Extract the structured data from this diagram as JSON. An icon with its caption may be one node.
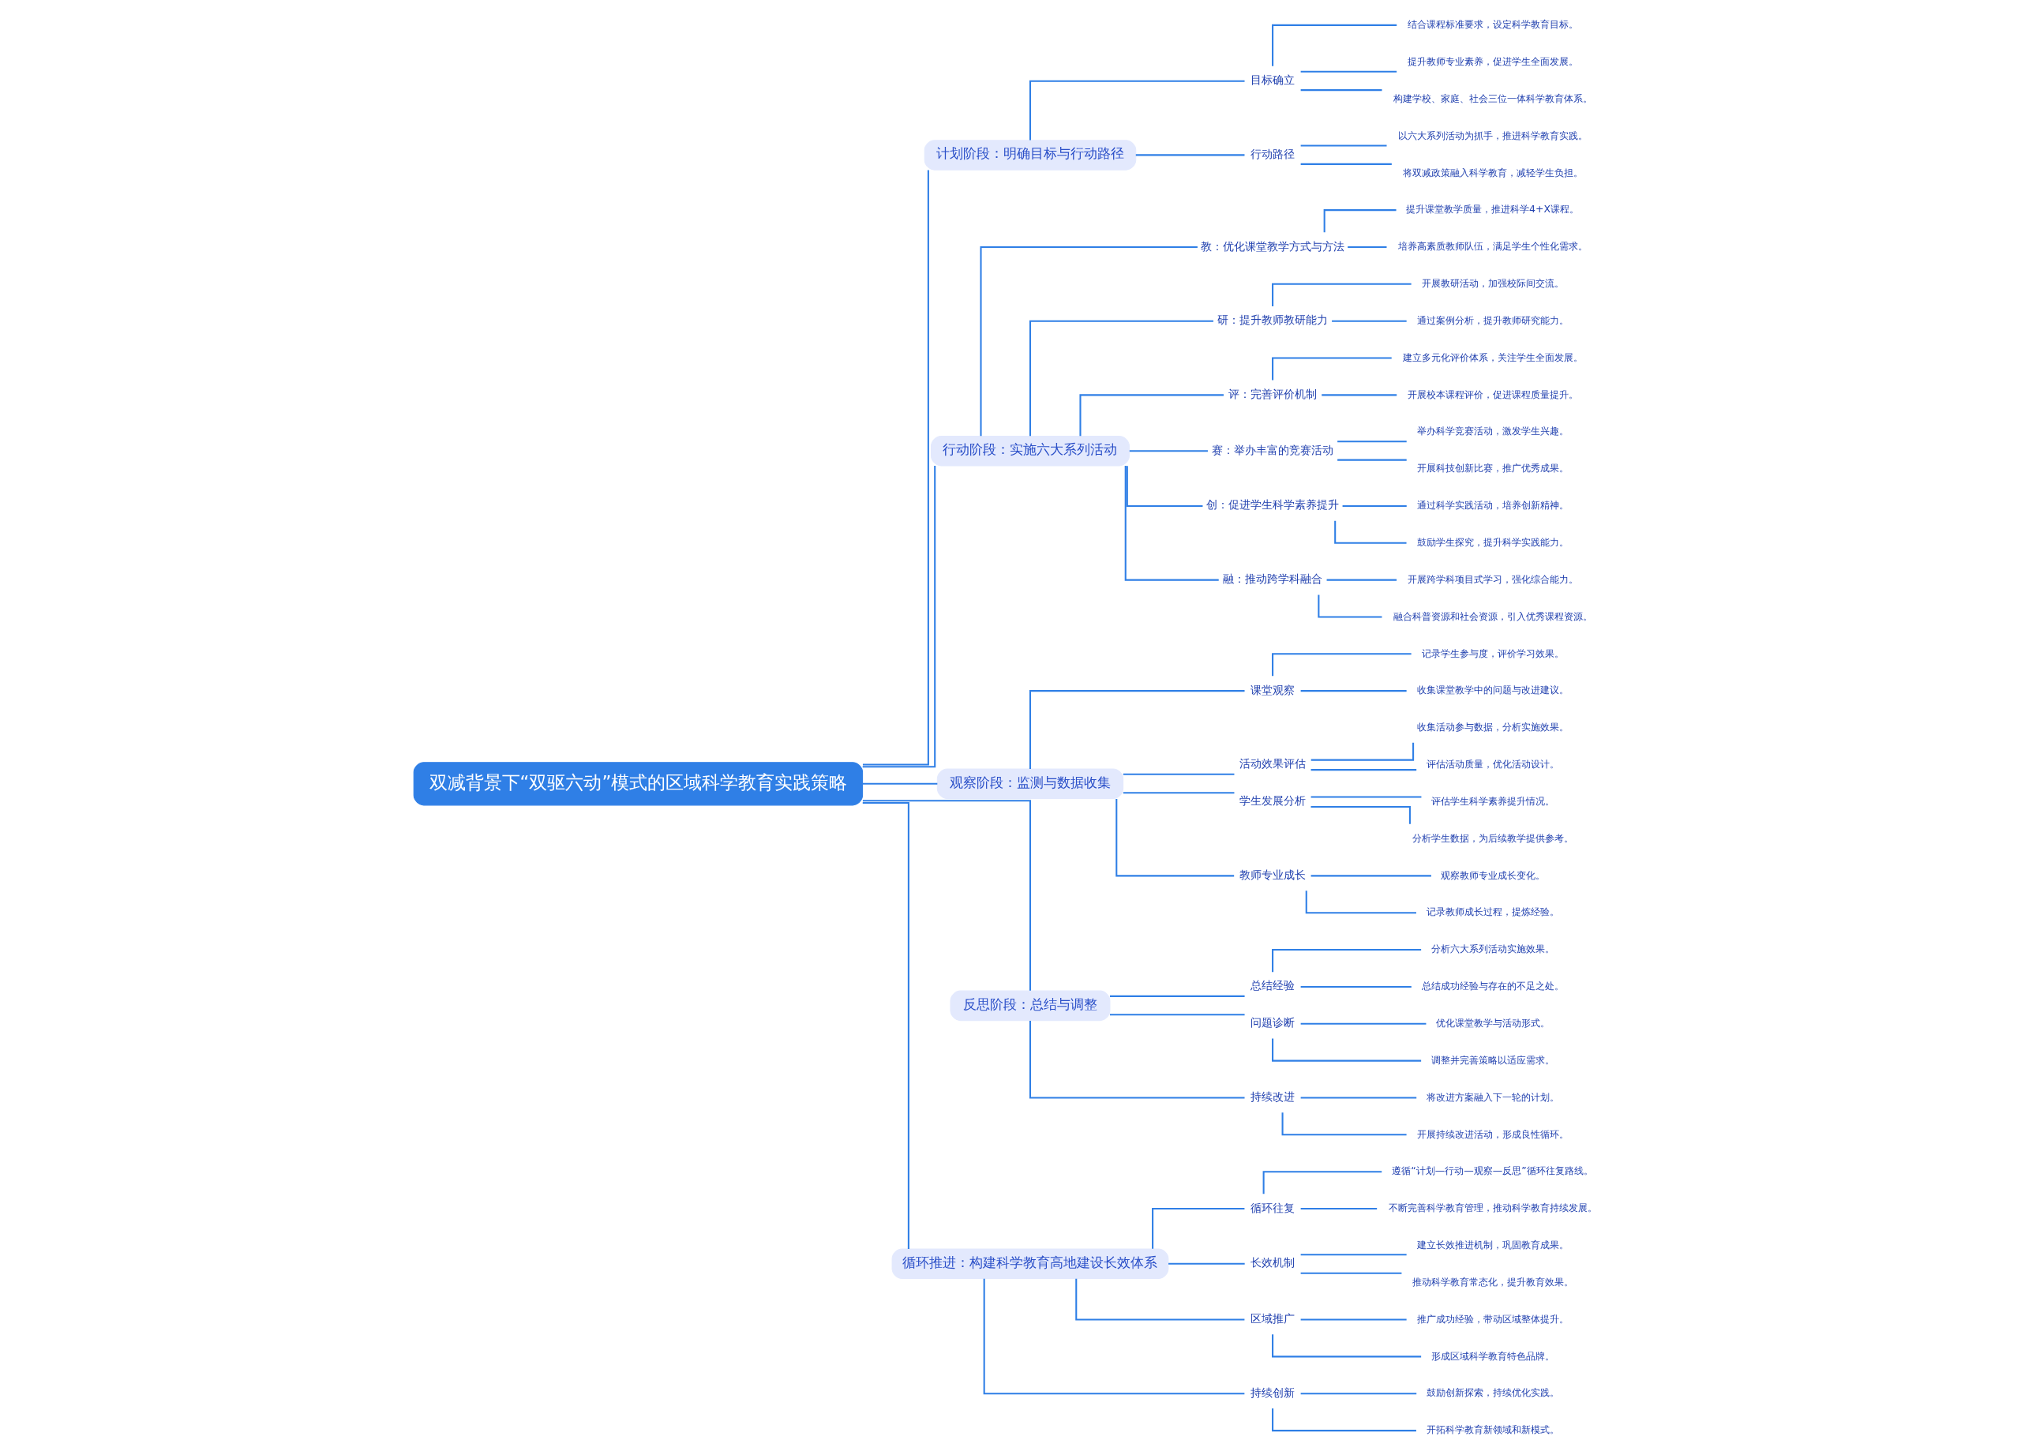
{
  "diagram": {
    "nodes": [
      {
        "text": [
          "双减背景下“双驱六动”模式的区域科学教育实践策略"
        ]
      },
      {
        "text": [
          "计划阶段：明确目标与行动路径"
        ]
      },
      {
        "text": [
          "目标确立"
        ]
      },
      {
        "text": [
          "结合课程标准要求，设定科学教育目标。"
        ]
      },
      {
        "text": [
          "提升教师专业素养，促进学生全面发展。"
        ]
      },
      {
        "text": [
          "构建学校、家庭、社会三位一体科学教育体系。"
        ]
      },
      {
        "text": [
          "行动路径"
        ]
      },
      {
        "text": [
          "以六大系列活动为抓手，推进科学教育实践。"
        ]
      },
      {
        "text": [
          "将双减政策融入科学教育，减轻学生负担。"
        ]
      },
      {
        "text": [
          "行动阶段：实施六大系列活动"
        ]
      },
      {
        "text": [
          "教：优化课堂教学方式与方法"
        ]
      },
      {
        "text": [
          "提升课堂教学质量，推进科学4+X课程。"
        ]
      },
      {
        "text": [
          "培养高素质教师队伍，满足学生个性化需求。"
        ]
      },
      {
        "text": [
          "研：提升教师教研能力"
        ]
      },
      {
        "text": [
          "开展教研活动，加强校际间交流。"
        ]
      },
      {
        "text": [
          "通过案例分析，提升教师研究能力。"
        ]
      },
      {
        "text": [
          "评：完善评价机制"
        ]
      },
      {
        "text": [
          "建立多元化评价体系，关注学生全面发展。"
        ]
      },
      {
        "text": [
          "开展校本课程评价，促进课程质量提升。"
        ]
      },
      {
        "text": [
          "赛：举办丰富的竞赛活动"
        ]
      },
      {
        "text": [
          "举办科学竞赛活动，激发学生兴趣。"
        ]
      },
      {
        "text": [
          "开展科技创新比赛，推广优秀成果。"
        ]
      },
      {
        "text": [
          "创：促进学生科学素养提升"
        ]
      },
      {
        "text": [
          "通过科学实践活动，培养创新精神。"
        ]
      },
      {
        "text": [
          "鼓励学生探究，提升科学实践能力。"
        ]
      },
      {
        "text": [
          "融：推动跨学科融合"
        ]
      },
      {
        "text": [
          "开展跨学科项目式学习，强化综合能力。"
        ]
      },
      {
        "text": [
          "融合科普资源和社会资源，引入优秀课程资源。"
        ]
      },
      {
        "text": [
          "观察阶段：监测与数据收集"
        ]
      },
      {
        "text": [
          "课堂观察"
        ]
      },
      {
        "text": [
          "记录学生参与度，评价学习效果。"
        ]
      },
      {
        "text": [
          "收集课堂教学中的问题与改进建议。"
        ]
      },
      {
        "text": [
          "活动效果评估"
        ]
      },
      {
        "text": [
          "收集活动参与数据，分析实施效果。"
        ]
      },
      {
        "text": [
          "评估活动质量，优化活动设计。"
        ]
      },
      {
        "text": [
          "学生发展分析"
        ]
      },
      {
        "text": [
          "评估学生科学素养提升情况。"
        ]
      },
      {
        "text": [
          "分析学生数据，为后续教学提供参考。"
        ]
      },
      {
        "text": [
          "教师专业成长"
        ]
      },
      {
        "text": [
          "观察教师专业成长变化。"
        ]
      },
      {
        "text": [
          "记录教师成长过程，提炼经验。"
        ]
      },
      {
        "text": [
          "反思阶段：总结与调整"
        ]
      },
      {
        "text": [
          "总结经验"
        ]
      },
      {
        "text": [
          "分析六大系列活动实施效果。"
        ]
      },
      {
        "text": [
          "总结成功经验与存在的不足之处。"
        ]
      },
      {
        "text": [
          "问题诊断"
        ]
      },
      {
        "text": [
          "优化课堂教学与活动形式。"
        ]
      },
      {
        "text": [
          "调整并完善策略以适应需求。"
        ]
      },
      {
        "text": [
          "持续改进"
        ]
      },
      {
        "text": [
          "将改进方案融入下一轮的计划。"
        ]
      },
      {
        "text": [
          "开展持续改进活动，形成良性循环。"
        ]
      },
      {
        "text": [
          "循环推进：构建科学教育高地建设长效体系"
        ]
      },
      {
        "text": [
          "循环往复"
        ]
      },
      {
        "text": [
          "遵循“计划—行动—观察—反思”循环往复路线。"
        ]
      },
      {
        "text": [
          "不断完善科学教育管理，推动科学教育持续发展。"
        ]
      },
      {
        "text": [
          "长效机制"
        ]
      },
      {
        "text": [
          "建立长效推进机制，巩固教育成果。"
        ]
      },
      {
        "text": [
          "推动科学教育常态化，提升教育效果。"
        ]
      },
      {
        "text": [
          "区域推广"
        ]
      },
      {
        "text": [
          "推广成功经验，带动区域整体提升。"
        ]
      },
      {
        "text": [
          "形成区域科学教育特色品牌。"
        ]
      },
      {
        "text": [
          "持续创新"
        ]
      },
      {
        "text": [
          "鼓励创新探索，持续优化实践。"
        ]
      },
      {
        "text": [
          "开拓科学教育新领域和新模式。"
        ]
      }
    ],
    "edges": [
      {
        "from": 0,
        "to": 1,
        "arrow": "none"
      },
      {
        "from": 1,
        "to": 2,
        "arrow": "none"
      },
      {
        "from": 2,
        "to": 3,
        "arrow": "none"
      },
      {
        "from": 2,
        "to": 4,
        "arrow": "none"
      },
      {
        "from": 2,
        "to": 5,
        "arrow": "none"
      },
      {
        "from": 1,
        "to": 6,
        "arrow": "none"
      },
      {
        "from": 6,
        "to": 7,
        "arrow": "none"
      },
      {
        "from": 6,
        "to": 8,
        "arrow": "none"
      },
      {
        "from": 0,
        "to": 9,
        "arrow": "none"
      },
      {
        "from": 9,
        "to": 10,
        "arrow": "none"
      },
      {
        "from": 10,
        "to": 11,
        "arrow": "none"
      },
      {
        "from": 10,
        "to": 12,
        "arrow": "none"
      },
      {
        "from": 9,
        "to": 13,
        "arrow": "none"
      },
      {
        "from": 13,
        "to": 14,
        "arrow": "none"
      },
      {
        "from": 13,
        "to": 15,
        "arrow": "none"
      },
      {
        "from": 9,
        "to": 16,
        "arrow": "none"
      },
      {
        "from": 16,
        "to": 17,
        "arrow": "none"
      },
      {
        "from": 16,
        "to": 18,
        "arrow": "none"
      },
      {
        "from": 9,
        "to": 19,
        "arrow": "none"
      },
      {
        "from": 19,
        "to": 20,
        "arrow": "none"
      },
      {
        "from": 19,
        "to": 21,
        "arrow": "none"
      },
      {
        "from": 9,
        "to": 22,
        "arrow": "none"
      },
      {
        "from": 22,
        "to": 23,
        "arrow": "none"
      },
      {
        "from": 22,
        "to": 24,
        "arrow": "none"
      },
      {
        "from": 9,
        "to": 25,
        "arrow": "none"
      },
      {
        "from": 25,
        "to": 26,
        "arrow": "none"
      },
      {
        "from": 25,
        "to": 27,
        "arrow": "none"
      },
      {
        "from": 0,
        "to": 28,
        "arrow": "none"
      },
      {
        "from": 28,
        "to": 29,
        "arrow": "none"
      },
      {
        "from": 29,
        "to": 30,
        "arrow": "none"
      },
      {
        "from": 29,
        "to": 31,
        "arrow": "none"
      },
      {
        "from": 28,
        "to": 32,
        "arrow": "none"
      },
      {
        "from": 32,
        "to": 33,
        "arrow": "none"
      },
      {
        "from": 32,
        "to": 34,
        "arrow": "none"
      },
      {
        "from": 28,
        "to": 35,
        "arrow": "none"
      },
      {
        "from": 35,
        "to": 36,
        "arrow": "none"
      },
      {
        "from": 35,
        "to": 37,
        "arrow": "none"
      },
      {
        "from": 28,
        "to": 38,
        "arrow": "none"
      },
      {
        "from": 38,
        "to": 39,
        "arrow": "none"
      },
      {
        "from": 38,
        "to": 40,
        "arrow": "none"
      },
      {
        "from": 0,
        "to": 41,
        "arrow": "none"
      },
      {
        "from": 41,
        "to": 42,
        "arrow": "none"
      },
      {
        "from": 42,
        "to": 43,
        "arrow": "none"
      },
      {
        "from": 42,
        "to": 44,
        "arrow": "none"
      },
      {
        "from": 41,
        "to": 45,
        "arrow": "none"
      },
      {
        "from": 45,
        "to": 46,
        "arrow": "none"
      },
      {
        "from": 45,
        "to": 47,
        "arrow": "none"
      },
      {
        "from": 41,
        "to": 48,
        "arrow": "none"
      },
      {
        "from": 48,
        "to": 49,
        "arrow": "none"
      },
      {
        "from": 48,
        "to": 50,
        "arrow": "none"
      },
      {
        "from": 0,
        "to": 51,
        "arrow": "none"
      },
      {
        "from": 51,
        "to": 52,
        "arrow": "none"
      },
      {
        "from": 52,
        "to": 53,
        "arrow": "none"
      },
      {
        "from": 52,
        "to": 54,
        "arrow": "none"
      },
      {
        "from": 51,
        "to": 55,
        "arrow": "none"
      },
      {
        "from": 55,
        "to": 56,
        "arrow": "none"
      },
      {
        "from": 55,
        "to": 57,
        "arrow": "none"
      },
      {
        "from": 51,
        "to": 58,
        "arrow": "none"
      },
      {
        "from": 58,
        "to": 59,
        "arrow": "none"
      },
      {
        "from": 58,
        "to": 60,
        "arrow": "none"
      },
      {
        "from": 51,
        "to": 61,
        "arrow": "none"
      },
      {
        "from": 61,
        "to": 62,
        "arrow": "none"
      },
      {
        "from": 61,
        "to": 63,
        "arrow": "none"
      }
    ]
  }
}
